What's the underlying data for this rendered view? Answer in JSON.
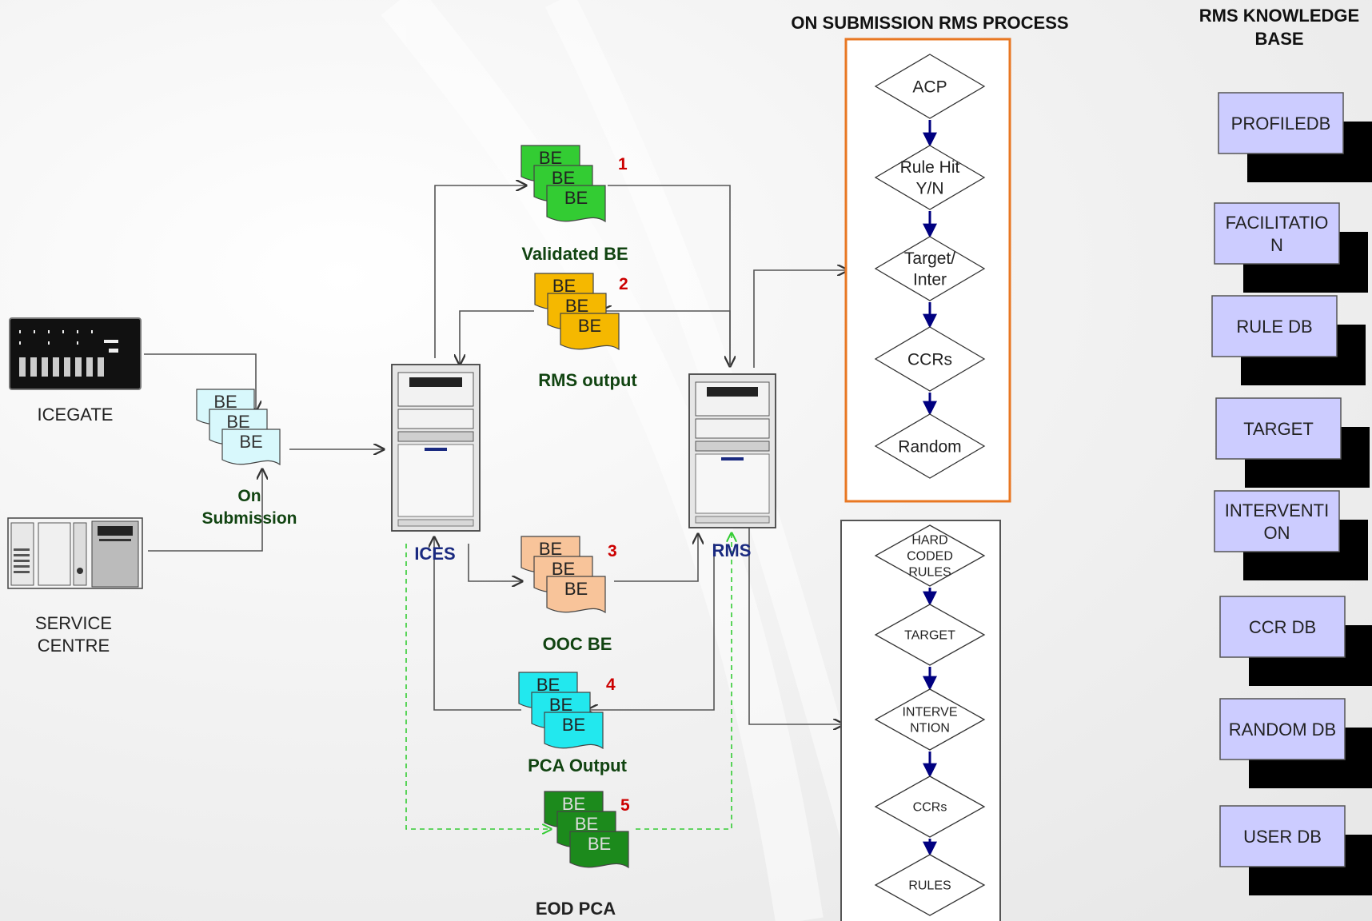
{
  "nodes": {
    "icegate": "ICEGATE",
    "service_centre": [
      "SERVICE",
      "CENTRE"
    ],
    "on_submission": [
      "On",
      "Submission"
    ],
    "ices": "ICES",
    "rms": "RMS",
    "doc_label": "BE"
  },
  "be_groups": [
    {
      "number": "1",
      "label": "Validated BE",
      "color": "#33cc33"
    },
    {
      "number": "2",
      "label": "RMS output",
      "color": "#f5b800"
    },
    {
      "number": "3",
      "label": "OOC BE",
      "color": "#f8c49a"
    },
    {
      "number": "4",
      "label": "PCA Output",
      "color": "#22e8ee"
    },
    {
      "number": "5",
      "label": "EOD PCA",
      "color": "#1c8a1c"
    }
  ],
  "on_submission_process": {
    "title": "ON SUBMISSION RMS PROCESS",
    "steps": [
      [
        "ACP"
      ],
      [
        "Rule Hit",
        "Y/N"
      ],
      [
        "Target/",
        "Inter"
      ],
      [
        "CCRs"
      ],
      [
        "Random"
      ]
    ]
  },
  "lower_process": {
    "steps": [
      [
        "HARD",
        "CODED",
        "RULES"
      ],
      [
        "TARGET"
      ],
      [
        "INTERVE",
        "NTION"
      ],
      [
        "CCRs"
      ],
      [
        "RULES"
      ]
    ]
  },
  "knowledge_base": {
    "title": [
      "RMS KNOWLEDGE",
      "BASE"
    ],
    "items": [
      [
        "PROFILEDB"
      ],
      [
        "FACILITATIO",
        "N"
      ],
      [
        "RULE DB"
      ],
      [
        "TARGET"
      ],
      [
        "INTERVENTI",
        "ON"
      ],
      [
        "CCR DB"
      ],
      [
        "RANDOM DB"
      ],
      [
        "USER DB"
      ]
    ]
  },
  "colors": {
    "kb_fill": "#ccccff",
    "flow_arrow": "#000080",
    "panel_orange": "#e87722",
    "dashed_green": "#33cc33",
    "number_red": "#cc0000",
    "label_green": "#114411"
  }
}
